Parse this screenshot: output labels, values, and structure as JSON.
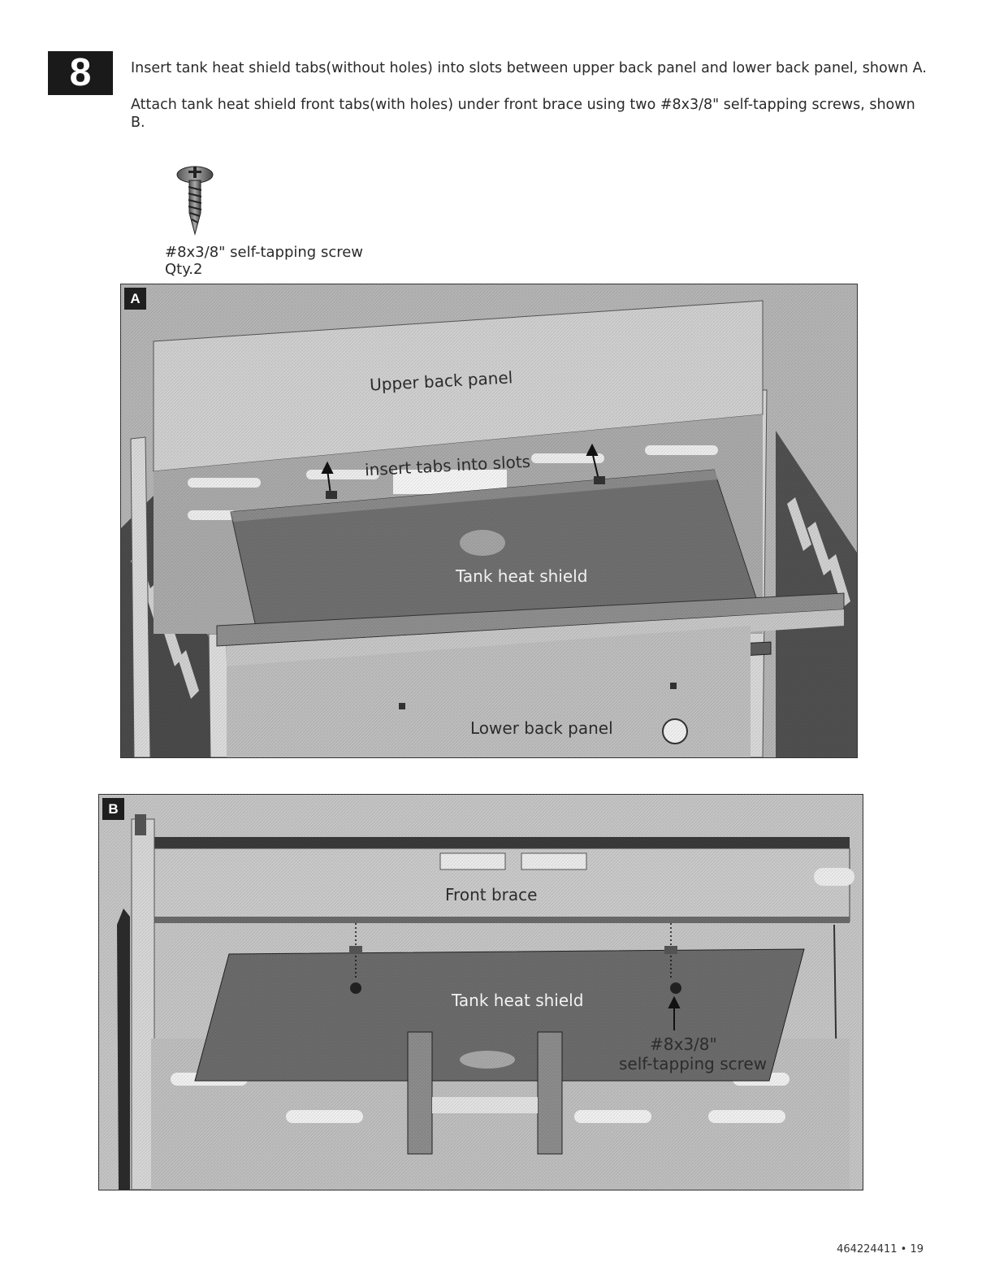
{
  "step": {
    "number": "8",
    "instruction_a": "Insert tank heat shield tabs(without holes) into slots between upper back panel and lower back panel, shown A.",
    "instruction_b": "Attach tank heat shield front tabs(with holes) under front brace using two #8x3/8\" self-tapping screws, shown B."
  },
  "hardware": {
    "icon": "screw-icon",
    "name": "#8x3/8\" self-tapping screw",
    "quantity": "Qty.2"
  },
  "figure_a": {
    "label": "A",
    "upper_back_panel": "Upper back panel",
    "insert_tabs": "insert tabs into slots",
    "tank_heat_shield": "Tank heat shield",
    "lower_back_panel": "Lower back panel"
  },
  "figure_b": {
    "label": "B",
    "front_brace": "Front brace",
    "tank_heat_shield": "Tank heat shield",
    "screw_line1": "#8x3/8\"",
    "screw_line2": "self-tapping screw"
  },
  "footer": {
    "page_number": "464224411 • 19"
  }
}
